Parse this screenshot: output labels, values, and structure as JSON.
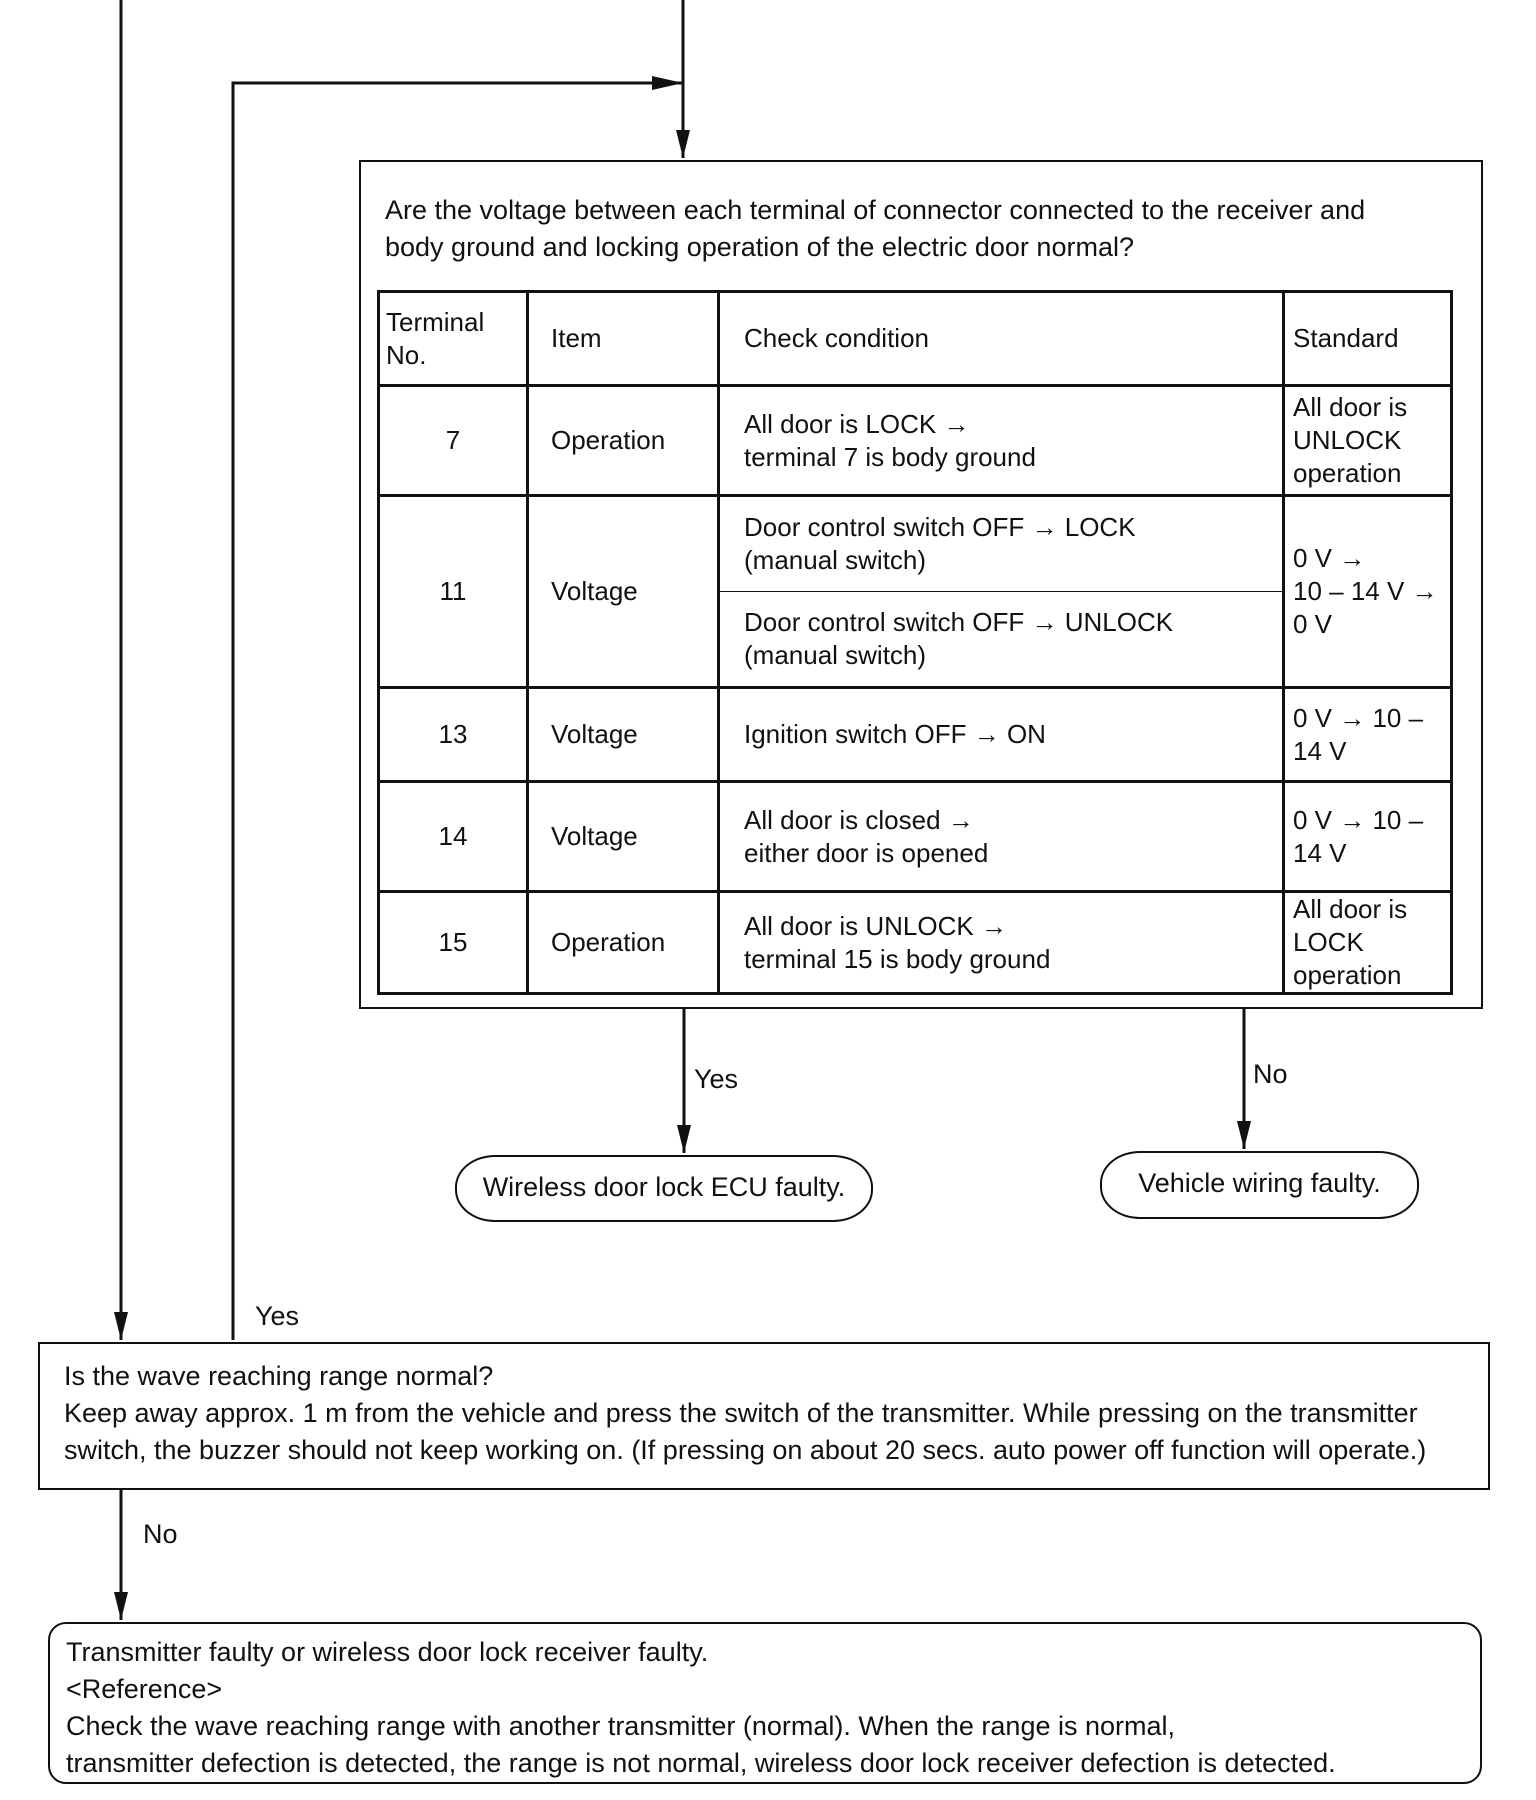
{
  "check_box": {
    "question": "Are the voltage between each terminal of connector connected to the receiver and\nbody ground and locking operation of the electric door normal?",
    "table": {
      "headers": {
        "terminal": "Terminal\nNo.",
        "item": "Item",
        "condition": "Check condition",
        "standard": "Standard"
      },
      "rows": [
        {
          "terminal": "7",
          "item": "Operation",
          "condition": "All door is LOCK →\nterminal 7 is body ground",
          "standard": "All door is\nUNLOCK operation"
        },
        {
          "terminal": "11",
          "item": "Voltage",
          "condition_a": "Door control switch OFF → LOCK\n(manual switch)",
          "condition_b": "Door control switch OFF → UNLOCK\n(manual switch)",
          "standard": "0 V →\n10 – 14 V → 0 V"
        },
        {
          "terminal": "13",
          "item": "Voltage",
          "condition": "Ignition switch OFF → ON",
          "standard": "0 V → 10 – 14 V"
        },
        {
          "terminal": "14",
          "item": "Voltage",
          "condition": "All door is closed →\neither door is opened",
          "standard": "0 V → 10 – 14 V"
        },
        {
          "terminal": "15",
          "item": "Operation",
          "condition": "All door is UNLOCK →\nterminal 15 is body ground",
          "standard": "All door is\nLOCK operation"
        }
      ]
    }
  },
  "branches": {
    "yes_label": "Yes",
    "no_label": "No",
    "yes_result": "Wireless door lock ECU faulty.",
    "no_result": "Vehicle wiring faulty."
  },
  "wave_check": {
    "yes_label": "Yes",
    "text": "Is the wave reaching range normal?\nKeep away approx. 1 m from the vehicle and press the switch of the transmitter. While pressing on the transmitter\nswitch, the buzzer should not keep working on. (If pressing on about 20 secs. auto power off function will operate.)",
    "no_label": "No"
  },
  "final_box": {
    "text": "Transmitter faulty or wireless door lock receiver faulty.\n<Reference>\nCheck the wave reaching range with another transmitter (normal). When the range is normal,\ntransmitter defection is detected, the range is not normal, wireless door lock receiver defection is detected."
  }
}
